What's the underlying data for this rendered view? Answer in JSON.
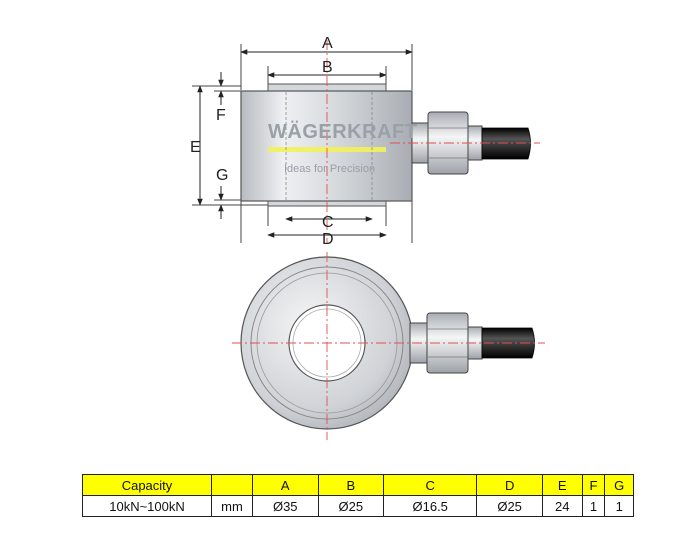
{
  "drawing": {
    "dimension_labels": {
      "A": "A",
      "B": "B",
      "C": "C",
      "D": "D",
      "E": "E",
      "F": "F",
      "G": "G"
    },
    "watermark": {
      "brand": "WÄGERKRAFT",
      "tagline": "Ideas for Precision"
    },
    "colors": {
      "accent_stripe": "#f2f25a",
      "metal": "#c9ccd0",
      "cable": "#1a1a1a",
      "centerline": "#e05050"
    }
  },
  "spec_table": {
    "headers": [
      "Capacity",
      "",
      "A",
      "B",
      "C",
      "D",
      "E",
      "F",
      "G"
    ],
    "rows": [
      [
        "10kN~100kN",
        "mm",
        "Ø35",
        "Ø25",
        "Ø16.5",
        "Ø25",
        "24",
        "1",
        "1"
      ]
    ]
  }
}
